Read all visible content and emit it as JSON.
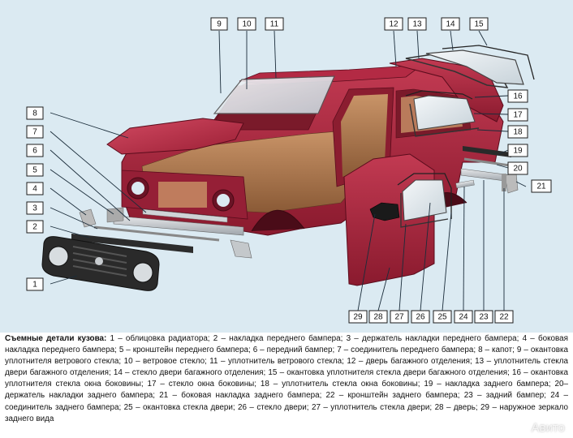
{
  "callouts": [
    {
      "n": "1"
    },
    {
      "n": "2"
    },
    {
      "n": "3"
    },
    {
      "n": "4"
    },
    {
      "n": "5"
    },
    {
      "n": "6"
    },
    {
      "n": "7"
    },
    {
      "n": "8"
    },
    {
      "n": "9"
    },
    {
      "n": "10"
    },
    {
      "n": "11"
    },
    {
      "n": "12"
    },
    {
      "n": "13"
    },
    {
      "n": "14"
    },
    {
      "n": "15"
    },
    {
      "n": "16"
    },
    {
      "n": "17"
    },
    {
      "n": "18"
    },
    {
      "n": "19"
    },
    {
      "n": "20"
    },
    {
      "n": "21"
    },
    {
      "n": "22"
    },
    {
      "n": "23"
    },
    {
      "n": "24"
    },
    {
      "n": "25"
    },
    {
      "n": "26"
    },
    {
      "n": "27"
    },
    {
      "n": "28"
    },
    {
      "n": "29"
    }
  ],
  "caption": {
    "heading": "Съемные детали кузова:",
    "body": "1 – облицовка радиатора; 2 – накладка переднего бампера; 3 – держатель накладки переднего бампера; 4 – боковая накладка переднего бампера; 5 – кронштейн переднего бампера; 6 – передний бампер; 7 – соединитель переднего бампера; 8 – капот; 9 – окантовка уплотнителя ветрового стекла; 10 – ветровое стекло; 11 – уплотнитель ветрового стекла; 12 – дверь багажного отделения; 13 – уплотнитель стекла двери багажного отделения; 14 – стекло двери багажного отделения; 15 – окантовка уплотнителя стекла двери багажного отделения; 16 – окантовка уплотнителя стекла окна боковины; 17 – стекло окна боковины; 18 – уплотнитель стекла окна боковины; 19 – накладка заднего бампера; 20– держатель накладки заднего бампера; 21 – боковая накладка заднего бампера; 22 – кронштейн заднего бампера; 23 – задний бампер; 24 – соединитель заднего бампера; 25 – окантовка стекла двери; 26 – стекло двери; 27 – уплотнитель стекла двери; 28 – дверь; 29 – наружное зеркало заднего вида"
  },
  "watermark": "Авито",
  "colors": {
    "body": "#a8223a",
    "body_dark": "#6e0f22",
    "interior": "#b07a52",
    "background": "#dbeaf2"
  }
}
